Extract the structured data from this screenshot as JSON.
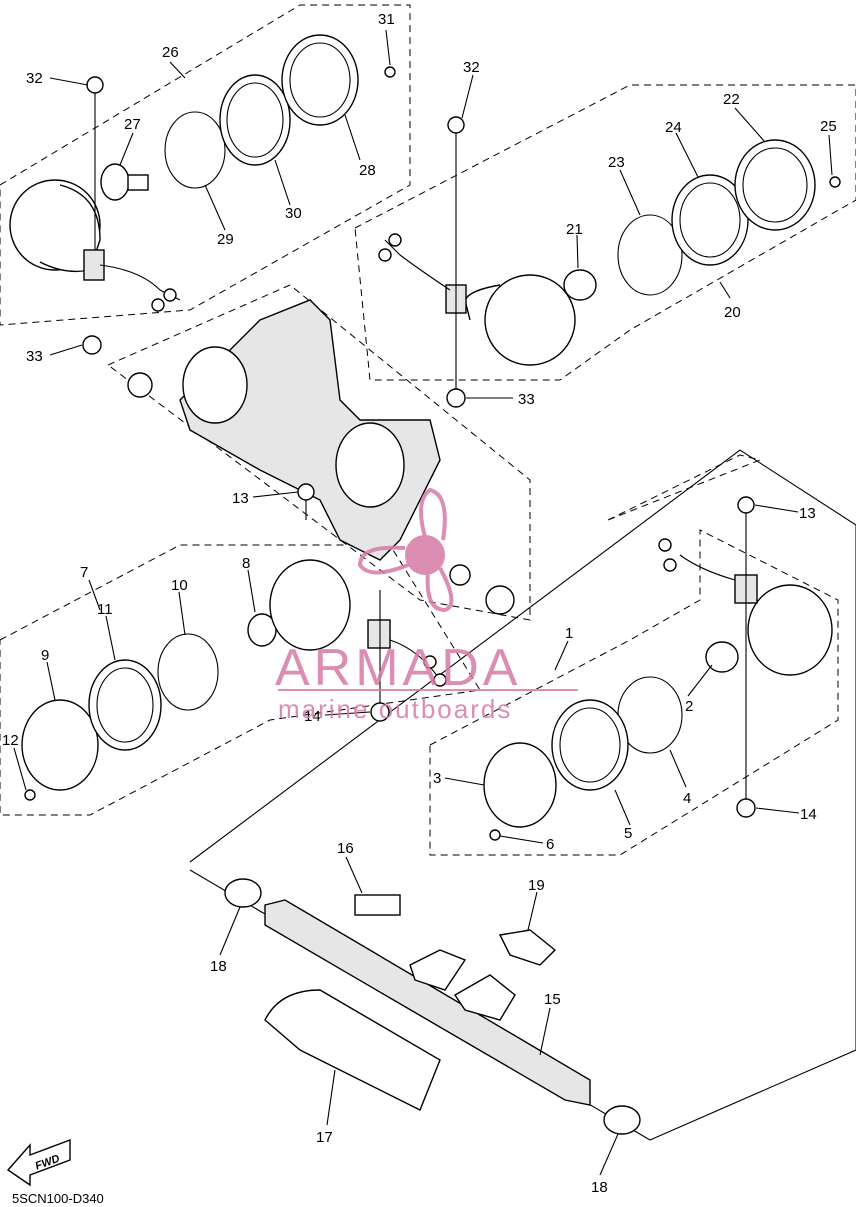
{
  "diagram": {
    "code": "5SCN100-D340",
    "fwd_label": "FWD",
    "watermark": {
      "brand": "ARMADA",
      "tagline": "marine outboards",
      "color": "#d67aa8"
    },
    "callouts": [
      {
        "id": "c31",
        "label": "31"
      },
      {
        "id": "c26",
        "label": "26"
      },
      {
        "id": "c32a",
        "label": "32"
      },
      {
        "id": "c27",
        "label": "27"
      },
      {
        "id": "c28",
        "label": "28"
      },
      {
        "id": "c29",
        "label": "29"
      },
      {
        "id": "c30",
        "label": "30"
      },
      {
        "id": "c33a",
        "label": "33"
      },
      {
        "id": "c32b",
        "label": "32"
      },
      {
        "id": "c22",
        "label": "22"
      },
      {
        "id": "c24",
        "label": "24"
      },
      {
        "id": "c25",
        "label": "25"
      },
      {
        "id": "c23",
        "label": "23"
      },
      {
        "id": "c21",
        "label": "21"
      },
      {
        "id": "c20",
        "label": "20"
      },
      {
        "id": "c33b",
        "label": "33"
      },
      {
        "id": "c13a",
        "label": "13"
      },
      {
        "id": "c13b",
        "label": "13"
      },
      {
        "id": "c7",
        "label": "7"
      },
      {
        "id": "c8",
        "label": "8"
      },
      {
        "id": "c10",
        "label": "10"
      },
      {
        "id": "c11",
        "label": "11"
      },
      {
        "id": "c9",
        "label": "9"
      },
      {
        "id": "c12",
        "label": "12"
      },
      {
        "id": "c14a",
        "label": "14"
      },
      {
        "id": "c1",
        "label": "1"
      },
      {
        "id": "c2",
        "label": "2"
      },
      {
        "id": "c3",
        "label": "3"
      },
      {
        "id": "c4",
        "label": "4"
      },
      {
        "id": "c5",
        "label": "5"
      },
      {
        "id": "c6",
        "label": "6"
      },
      {
        "id": "c14b",
        "label": "14"
      },
      {
        "id": "c16",
        "label": "16"
      },
      {
        "id": "c19",
        "label": "19"
      },
      {
        "id": "c18a",
        "label": "18"
      },
      {
        "id": "c15",
        "label": "15"
      },
      {
        "id": "c17",
        "label": "17"
      },
      {
        "id": "c18b",
        "label": "18"
      }
    ]
  }
}
